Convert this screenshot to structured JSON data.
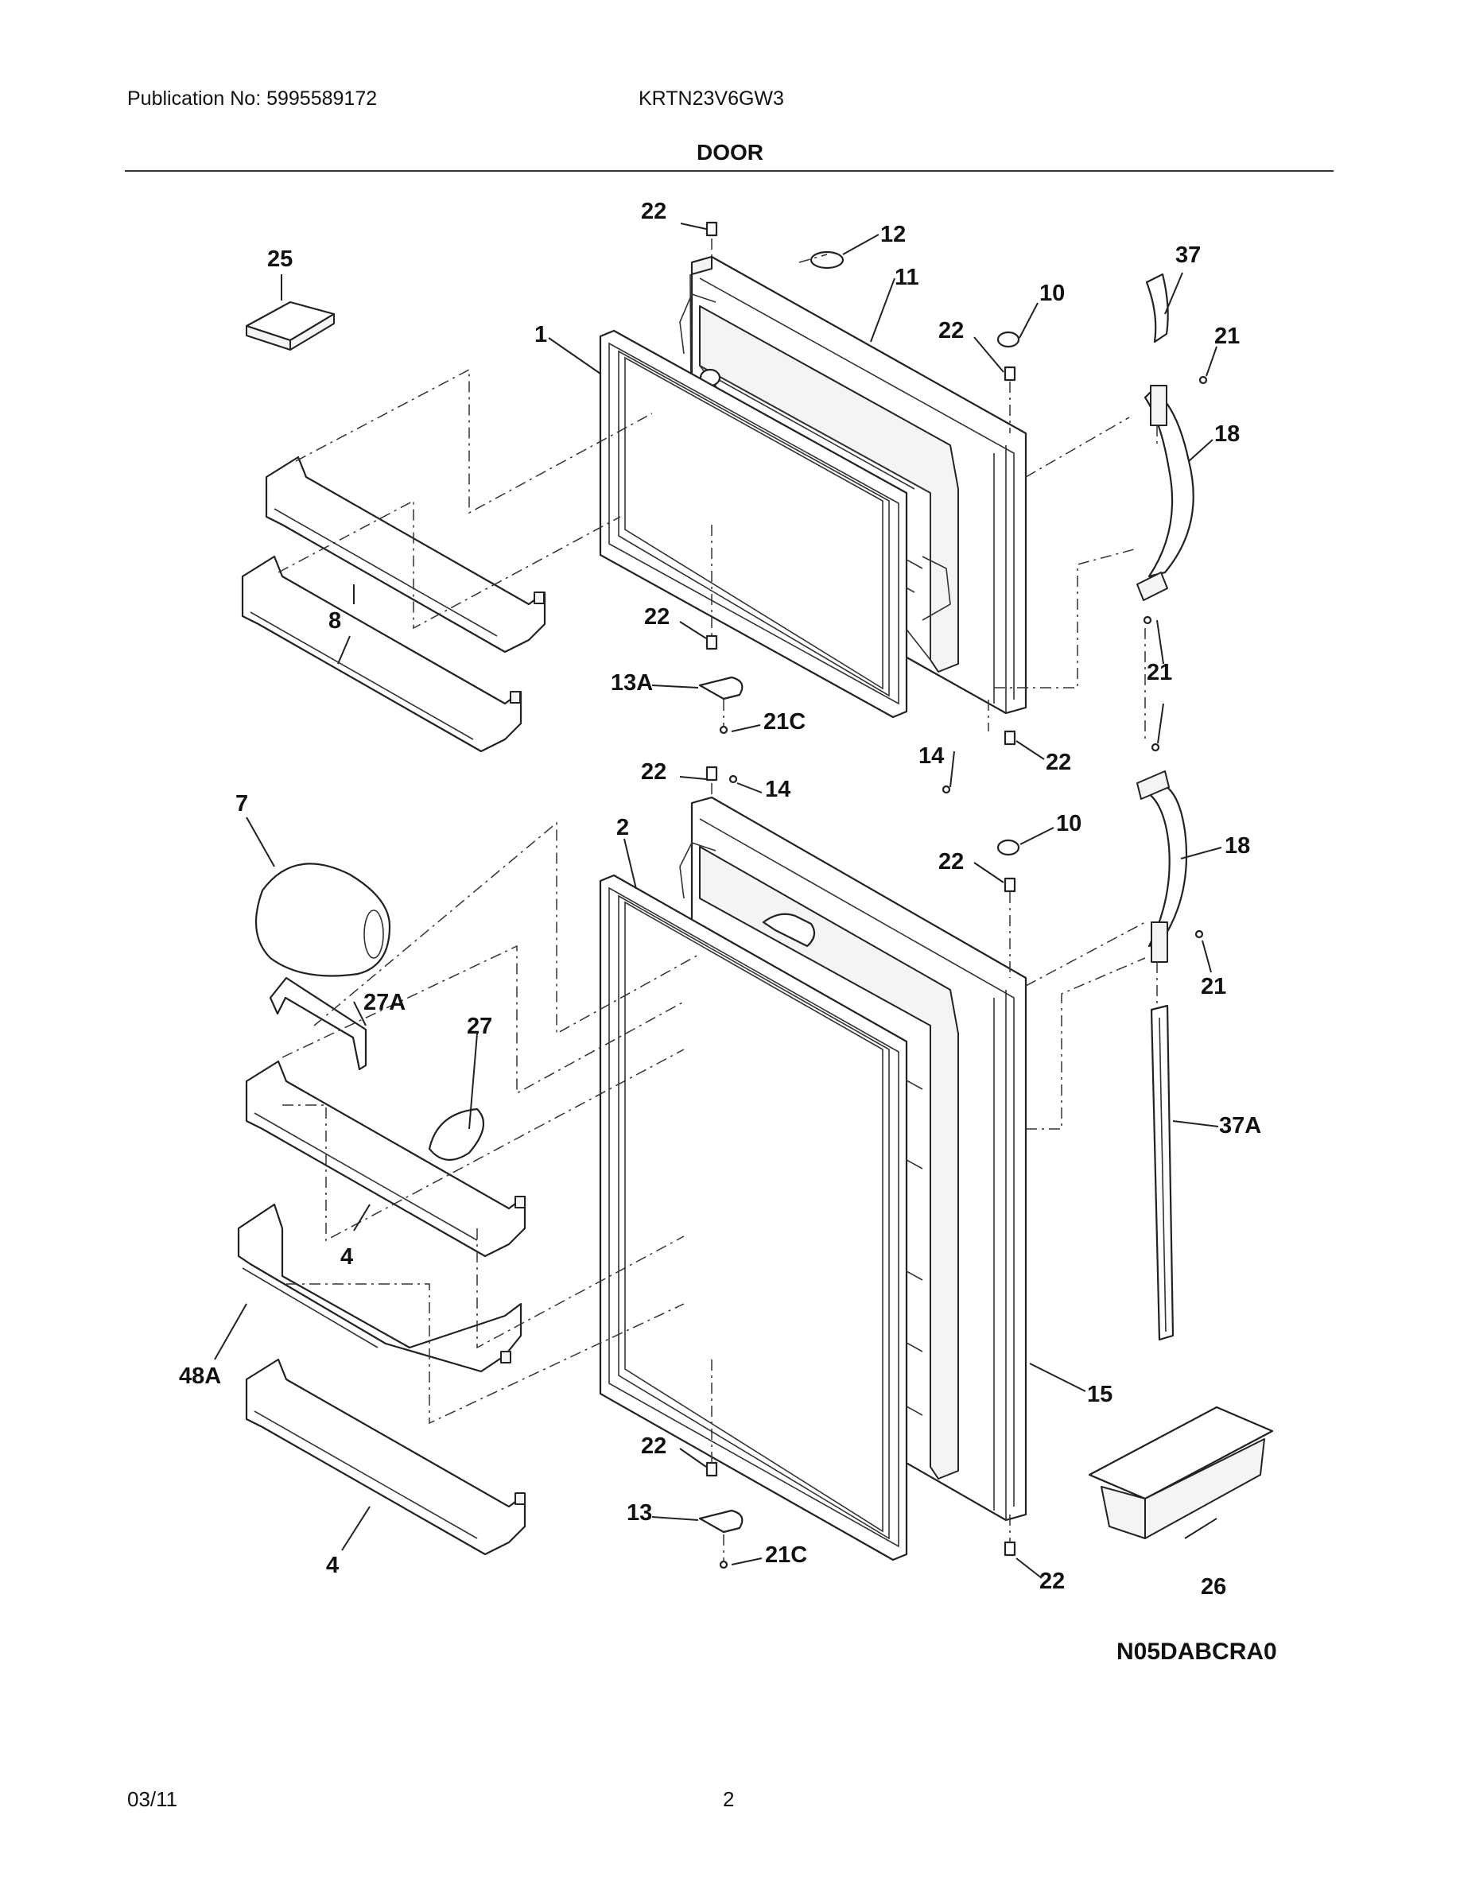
{
  "header": {
    "publication": "Publication No: 5995589172",
    "model": "KRTN23V6GW3",
    "section_title": "DOOR"
  },
  "diagram_code": "N05DABCRA0",
  "footer": {
    "date": "03/11",
    "page": "2"
  },
  "callouts": {
    "c1": "1",
    "c2": "2",
    "c4a": "4",
    "c4b": "4",
    "c7": "7",
    "c8": "8",
    "c10a": "10",
    "c10b": "10",
    "c11": "11",
    "c12": "12",
    "c13": "13",
    "c13a": "13A",
    "c14a": "14",
    "c14b": "14",
    "c15": "15",
    "c18a": "18",
    "c18b": "18",
    "c21a": "21",
    "c21b": "21",
    "c21c": "21",
    "c21ca": "21C",
    "c21cb": "21C",
    "c22a": "22",
    "c22b": "22",
    "c22c": "22",
    "c22d": "22",
    "c22e": "22",
    "c22f": "22",
    "c22g": "22",
    "c25": "25",
    "c26": "26",
    "c27": "27",
    "c27a": "27A",
    "c37": "37",
    "c37a": "37A",
    "c48a": "48A"
  }
}
